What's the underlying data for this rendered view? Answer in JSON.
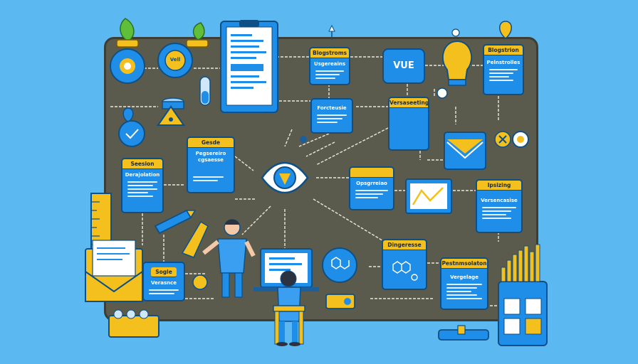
{
  "diagram": {
    "colors": {
      "background": "#5bb8f0",
      "board": "#5b5b4d",
      "node_blue": "#1f8ee8",
      "node_header": "#f4c01e",
      "connector": "#e8e8e0"
    },
    "hub_label": "Vell",
    "vue_badge_label": "VUE",
    "nodes": [
      {
        "key": "n1",
        "header": "Blogstroms",
        "title": "Usgereains"
      },
      {
        "key": "n2",
        "header": "",
        "title": "Forcteusie"
      },
      {
        "key": "n3",
        "header": "Versaseeting",
        "title": ""
      },
      {
        "key": "n4",
        "header": "Gesde",
        "title": "Pegsereiro cgsaesse"
      },
      {
        "key": "n5",
        "header": "Seesion",
        "title": "Derajolation"
      },
      {
        "key": "n6",
        "header": "",
        "title": "Opsgrreiao"
      },
      {
        "key": "n7",
        "header": "Ipsizing",
        "title": "Versencasise"
      },
      {
        "key": "n8",
        "header": "Blogstrion",
        "title": "Pelnstrolles"
      },
      {
        "key": "n9",
        "header": "Dingeresse",
        "title": ""
      },
      {
        "key": "n10",
        "header": "Pestnmsolaton",
        "title": "Vergelage"
      },
      {
        "key": "n11",
        "header": "Sogle",
        "title": "Verasnce"
      }
    ]
  }
}
